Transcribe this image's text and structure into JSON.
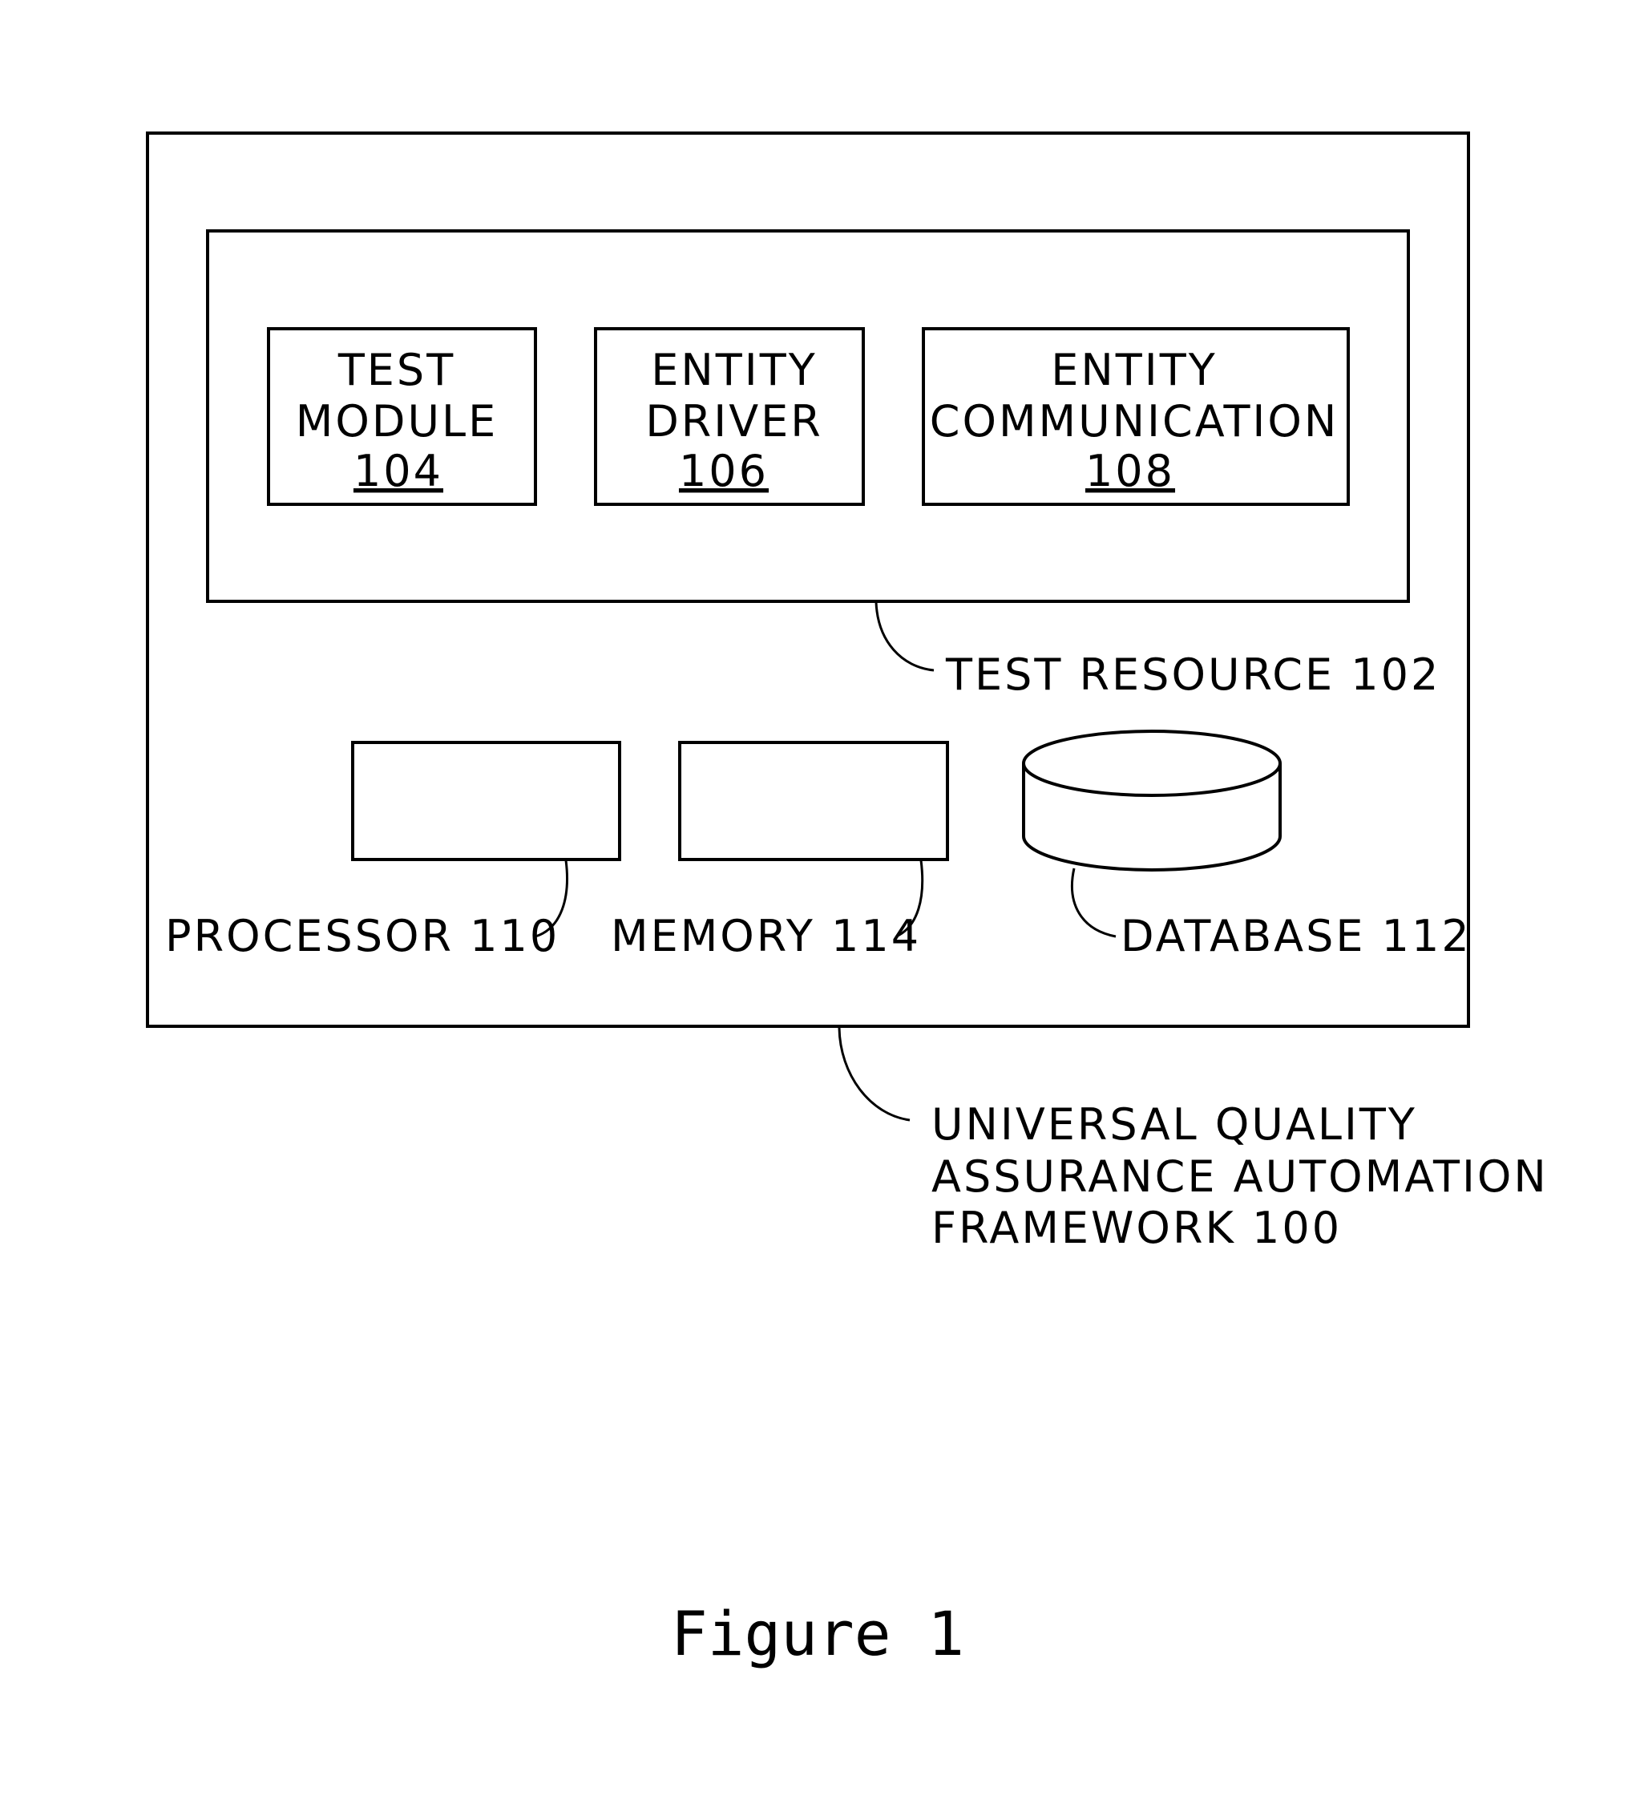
{
  "modules": [
    {
      "name_line1": "TEST",
      "name_line2": "MODULE",
      "ref": "104"
    },
    {
      "name_line1": "ENTITY",
      "name_line2": "DRIVER",
      "ref": "106"
    },
    {
      "name_line1": "ENTITY",
      "name_line2": "COMMUNICATION",
      "ref": "108"
    }
  ],
  "labels": {
    "test_resource": "TEST RESOURCE 102",
    "processor": "PROCESSOR 110",
    "memory": "MEMORY 114",
    "database": "DATABASE 112",
    "framework_line1": "UNIVERSAL QUALITY",
    "framework_line2": "ASSURANCE AUTOMATION",
    "framework_line3": "FRAMEWORK 100"
  },
  "figure": {
    "caption": "Figure 1"
  },
  "colors": {
    "line": "#000000",
    "background": "#ffffff"
  }
}
